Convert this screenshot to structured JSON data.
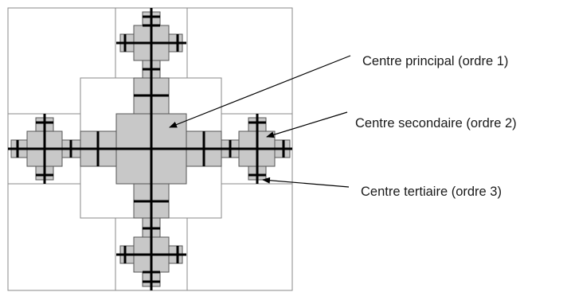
{
  "diagram": {
    "labels": {
      "order1": "Centre principal (ordre 1)",
      "order2": "Centre secondaire (ordre 2)",
      "order3": "Centre tertiaire (ordre 3)"
    },
    "colors": {
      "fill": "#c8c8c8",
      "stroke": "#000000",
      "border": "#8a8a8a",
      "text": "#1a1a1a"
    }
  }
}
